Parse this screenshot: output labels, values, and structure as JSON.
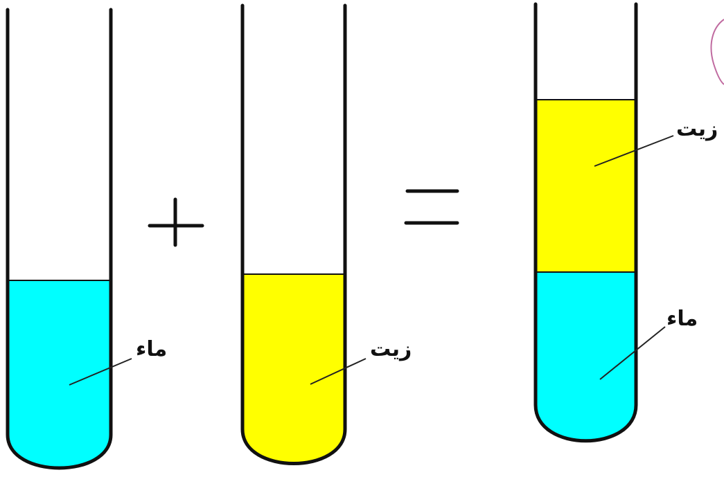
{
  "colors": {
    "water": "#00FFFF",
    "oil": "#FFFF00",
    "outline": "#111111",
    "corner_circle": "#C06BA0"
  },
  "tube_water": {
    "label": "ماء"
  },
  "tube_oil": {
    "label": "زيت"
  },
  "tube_mixture": {
    "top_label": "زيت",
    "bottom_label": "ماء"
  },
  "operators": {
    "plus": "plus-sign",
    "equals": "equals-sign"
  }
}
